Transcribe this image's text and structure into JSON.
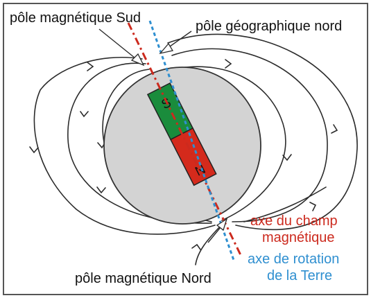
{
  "labels": {
    "south_magnetic_pole": "pôle magnétique Sud",
    "geographic_north_pole": "pôle géographique nord",
    "north_magnetic_pole": "pôle magnétique Nord",
    "magnetic_axis_line1": "axe du champ",
    "magnetic_axis_line2": "magnétique",
    "rotation_axis_line1": "axe de rotation",
    "rotation_axis_line2": "de la Terre"
  },
  "magnet": {
    "south_letter": "S",
    "north_letter": "N"
  },
  "colors": {
    "earth": "#d3d3d3",
    "magnet_south": "#1a8c3c",
    "magnet_north": "#d42a1c",
    "magnetic_axis": "#cc2a1e",
    "rotation_axis": "#2f8fd0",
    "field_lines": "#2b2b2b",
    "frame": "#555555"
  }
}
